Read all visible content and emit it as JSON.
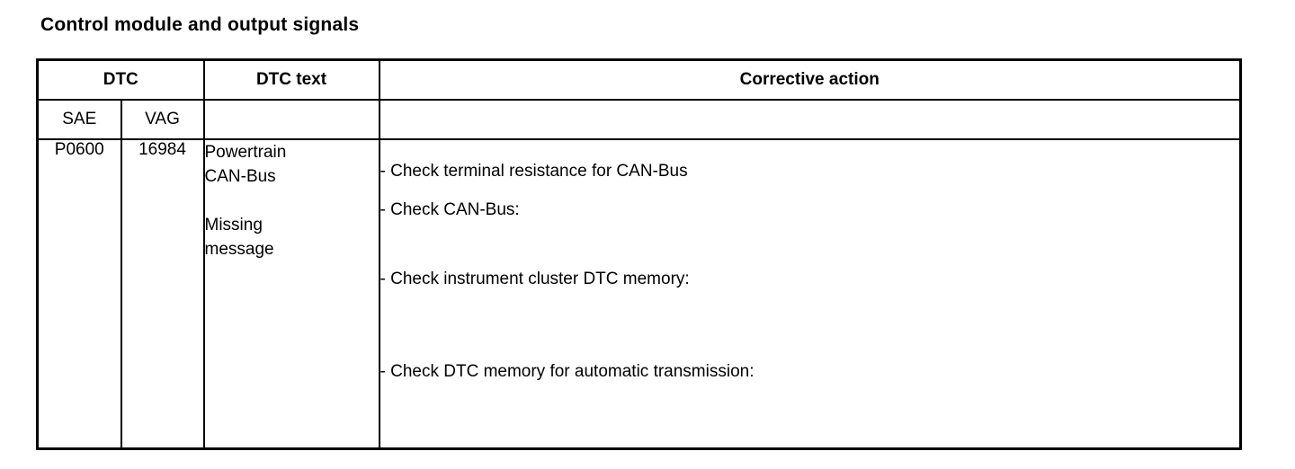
{
  "page": {
    "title": "Control module and output signals"
  },
  "table": {
    "header": {
      "dtc_group_label": "DTC",
      "dtc_text_label": "DTC text",
      "corrective_action_label": "Corrective action",
      "sae_label": "SAE",
      "vag_label": "VAG"
    },
    "row": {
      "sae_code": "P0600",
      "vag_code": "16984",
      "dtc_text": "Powertrain\nCAN-Bus\n\nMissing\nmessage",
      "actions": [
        "- Check terminal resistance for CAN-Bus",
        "- Check CAN-Bus:",
        "- Check instrument cluster DTC memory:",
        "- Check DTC memory for automatic transmission:"
      ]
    }
  },
  "colors": {
    "text": "#000000",
    "border": "#000000",
    "background": "#ffffff"
  }
}
